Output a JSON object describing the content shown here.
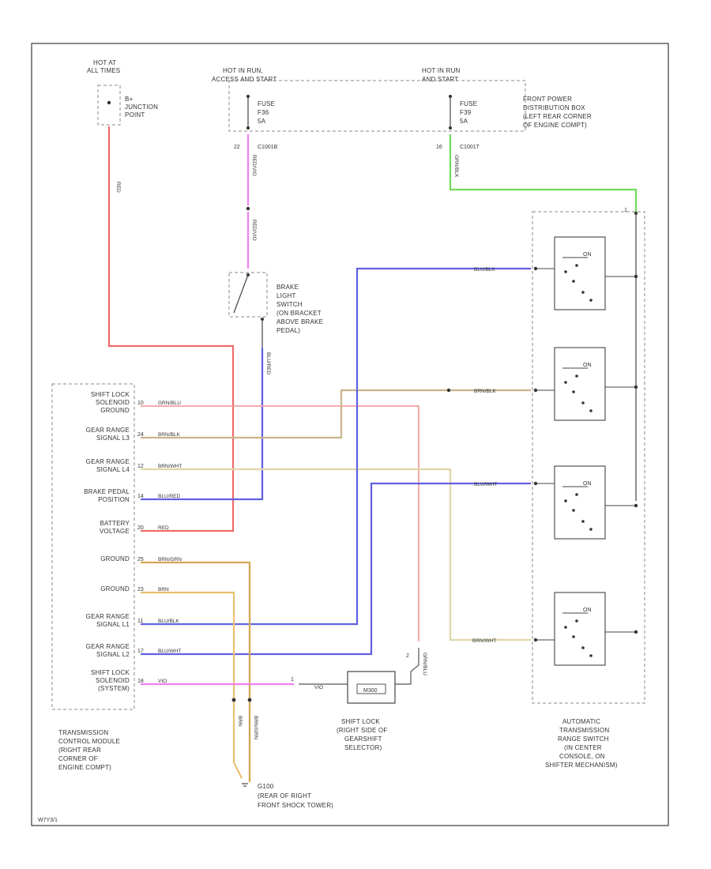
{
  "colors": {
    "red": "#f06a6a",
    "pink": "#f07ff0",
    "green": "#6fdc5a",
    "blue": "#6060e0",
    "tan": "#c9b48a",
    "tan_light": "#e0d6a8",
    "orange_brn": "#d4a650",
    "ink": "#333333"
  },
  "labels": {
    "hot_at_all_times": [
      "HOT AT",
      "ALL TIMES"
    ],
    "junction_point": [
      "B+",
      "JUNCTION",
      "POINT"
    ],
    "hot_in_run_acc": [
      "HOT IN RUN,",
      "ACCESS AND START"
    ],
    "hot_in_run_start": [
      "HOT IN RUN",
      "AND START"
    ],
    "fuse_1": [
      "FUSE",
      "F36",
      "5A"
    ],
    "fuse_2": [
      "FUSE",
      "F39",
      "5A"
    ],
    "front_power_box": [
      "FRONT POWER",
      "DISTRIBUTION BOX",
      "(LEFT REAR CORNER",
      "OF ENGINE COMPT)"
    ],
    "conn_1_pin": "22",
    "conn_1_name": "C1001B",
    "conn_2_pin": "16",
    "conn_2_name": "C1001T",
    "brake_switch": [
      "BRAKE",
      "LIGHT",
      "SWITCH",
      "(ON BRACKET",
      "ABOVE BRAKE",
      "PEDAL)"
    ],
    "tcm_pins": [
      {
        "label": [
          "SHIFT LOCK",
          "SOLENOID",
          "GROUND"
        ],
        "pin": "10",
        "wire": "GRN/BLU"
      },
      {
        "label": [
          "GEAR RANGE",
          "SIGNAL L3"
        ],
        "pin": "24",
        "wire": "BRN/BLK"
      },
      {
        "label": [
          "GEAR RANGE",
          "SIGNAL L4"
        ],
        "pin": "12",
        "wire": "BRN/WHT"
      },
      {
        "label": [
          "BRAKE PEDAL",
          "POSITION"
        ],
        "pin": "14",
        "wire": "BLU/RED"
      },
      {
        "label": [
          "BATTERY",
          "VOLTAGE"
        ],
        "pin": "20",
        "wire": "RED"
      },
      {
        "label": [
          "GROUND"
        ],
        "pin": "25",
        "wire": "BRN/GRN"
      },
      {
        "label": [
          "GROUND"
        ],
        "pin": "23",
        "wire": "BRN"
      },
      {
        "label": [
          "GEAR RANGE",
          "SIGNAL L1"
        ],
        "pin": "11",
        "wire": "BLU/BLK"
      },
      {
        "label": [
          "GEAR RANGE",
          "SIGNAL L2"
        ],
        "pin": "17",
        "wire": "BLU/WHT"
      },
      {
        "label": [
          "SHIFT LOCK",
          "SOLENOID",
          "(SYSTEM)"
        ],
        "pin": "18",
        "wire": "VIO"
      }
    ],
    "tcm_caption": [
      "TRANSMISSION",
      "CONTROL MODULE",
      "(RIGHT REAR",
      "CORNER OF",
      "ENGINE COMPT)"
    ],
    "shift_lock": [
      "SHIFT LOCK",
      "(RIGHT SIDE OF",
      "GEARSHIFT",
      "SELECTOR)"
    ],
    "shift_lock_box": "M300",
    "ground_caption": [
      "G100",
      "(REAR OF RIGHT",
      "FRONT SHOCK TOWER)"
    ],
    "trs_caption": [
      "AUTOMATIC",
      "TRANSMISSION",
      "RANGE SWITCH",
      "(IN CENTER",
      "CONSOLE, ON",
      "SHIFTER MECHANISM)"
    ],
    "wire_labels": {
      "red_vert": "RED",
      "pink_top": "RED/VIO",
      "pink_mid": "RED/VIO",
      "blue_brake": "BLU/RED",
      "green_top": "GRN/BLK",
      "trs_blue_top": "BLU/BLK",
      "trs_tan": "BRN/BLK",
      "trs_blue_mid": "BLU/WHT",
      "trs_tan_bottom": "BRN/WHT",
      "ground_brn": "BRN",
      "ground_brngrn": "BRN/GRN",
      "shiftlock_vio": "GRN/BLU",
      "shiftlock_pink": "VIO"
    },
    "switch_on": "ON",
    "footer_code": "W7Y3/1"
  }
}
